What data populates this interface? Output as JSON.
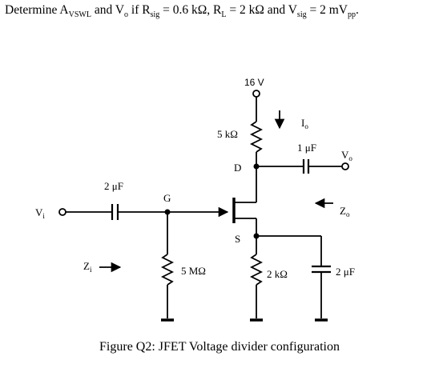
{
  "problem": {
    "pre": "Determine A",
    "av_sub": "VSWL",
    "and1": " and V",
    "vo_sub": "o",
    "if_rsig": " if R",
    "rsig_sub": "sig",
    "rsig_val": " = 0.6 kΩ, R",
    "rl_sub": "L",
    "rl_val": " = 2 kΩ and V",
    "vsig_sub": "sig",
    "vsig_val": " = 2 mV",
    "pp_sub": "pp",
    "end": "."
  },
  "circuit": {
    "supply": "16 V",
    "rd": "5 kΩ",
    "io": "I",
    "io_sub": "o",
    "cout": "1 μF",
    "vo": "V",
    "vo_sub": "o",
    "drain": "D",
    "cin": "2 μF",
    "gate": "G",
    "vi": "V",
    "vi_sub": "i",
    "zo": "Z",
    "zo_sub": "o",
    "source": "S",
    "zi": "Z",
    "zi_sub": "i",
    "rg": "5 MΩ",
    "rs": "2 kΩ",
    "cs": "2 μF"
  },
  "caption": "Figure Q2: JFET Voltage divider  configuration"
}
